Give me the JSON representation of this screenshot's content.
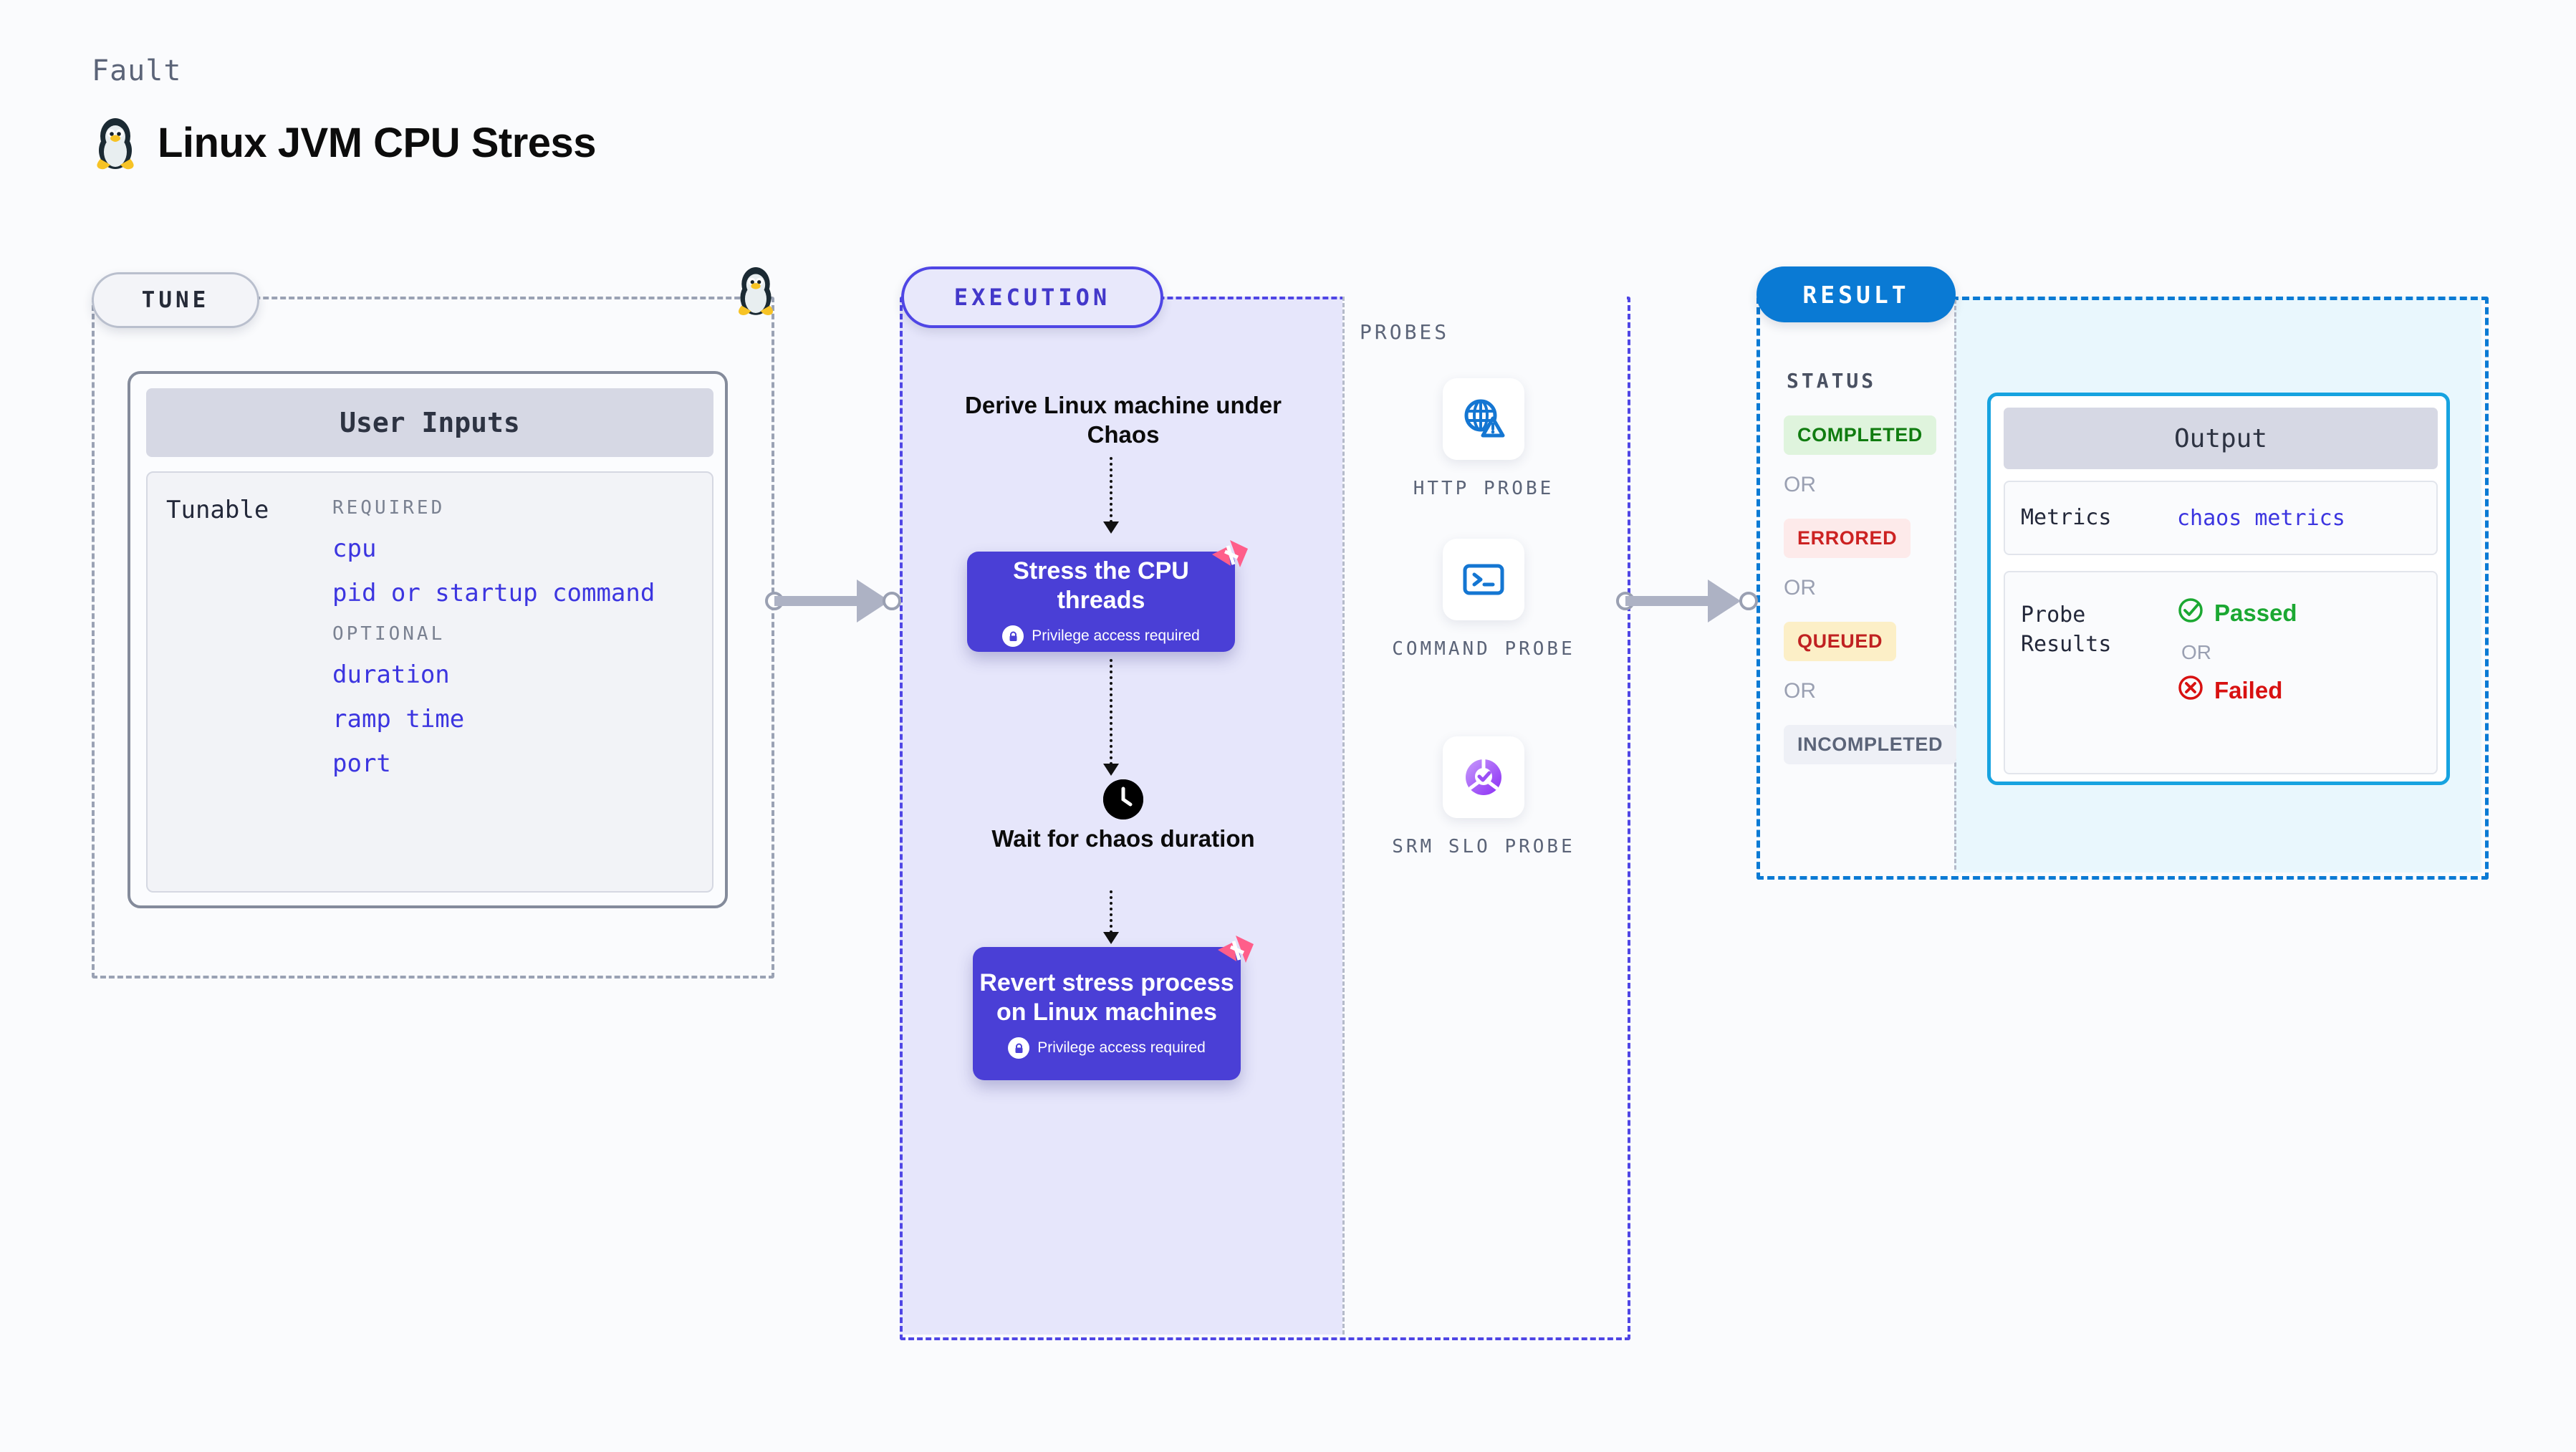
{
  "header": {
    "kicker": "Fault",
    "title": "Linux JVM CPU Stress",
    "icon": "tux-penguin-icon"
  },
  "sections": {
    "tune": {
      "pill": "TUNE"
    },
    "execution": {
      "pill": "EXECUTION"
    },
    "probes": {
      "label": "PROBES"
    },
    "result": {
      "pill": "RESULT"
    }
  },
  "tune": {
    "card_title": "User Inputs",
    "tunable_label": "Tunable",
    "groups": [
      {
        "label": "REQUIRED",
        "params": [
          "cpu",
          "pid or startup command"
        ]
      },
      {
        "label": "OPTIONAL",
        "params": [
          "duration",
          "ramp time",
          "port"
        ]
      }
    ]
  },
  "execution": {
    "steps": [
      {
        "type": "text",
        "label": "Derive Linux machine under Chaos"
      },
      {
        "type": "card",
        "label": "Stress the CPU threads",
        "note": "Privilege access required",
        "badge": "harness-logo-icon"
      },
      {
        "type": "wait",
        "label": "Wait for chaos duration",
        "icon": "clock-icon"
      },
      {
        "type": "card",
        "label": "Revert stress process on Linux machines",
        "note": "Privilege access required",
        "badge": "harness-logo-icon"
      }
    ]
  },
  "probes": [
    {
      "name": "HTTP PROBE",
      "icon": "globe-warning-icon"
    },
    {
      "name": "COMMAND PROBE",
      "icon": "terminal-icon"
    },
    {
      "name": "SRM SLO PROBE",
      "icon": "slo-donut-icon"
    }
  ],
  "result": {
    "status_label": "STATUS",
    "or_label": "OR",
    "statuses": [
      {
        "label": "COMPLETED",
        "bg": "#dff4dd",
        "fg": "#107c10"
      },
      {
        "label": "ERRORED",
        "bg": "#fdeaea",
        "fg": "#cc2222"
      },
      {
        "label": "QUEUED",
        "bg": "#fcefc7",
        "fg": "#c02121"
      },
      {
        "label": "INCOMPLETED",
        "bg": "#eef0f6",
        "fg": "#5b6478"
      }
    ],
    "output": {
      "title": "Output",
      "metrics_key": "Metrics",
      "metrics_value": "chaos metrics",
      "probe_key": "Probe Results",
      "passed_label": "Passed",
      "failed_label": "Failed",
      "or_label": "OR"
    }
  },
  "colors": {
    "execution_accent": "#4f46e5",
    "result_accent": "#0a7ad4",
    "card_purple": "#4a3fd6",
    "param_blue": "#3c35e0",
    "probe_blue": "#1476d2",
    "slo_purple": "#9b4ff5",
    "harness_pink": "#ff5e8a"
  }
}
